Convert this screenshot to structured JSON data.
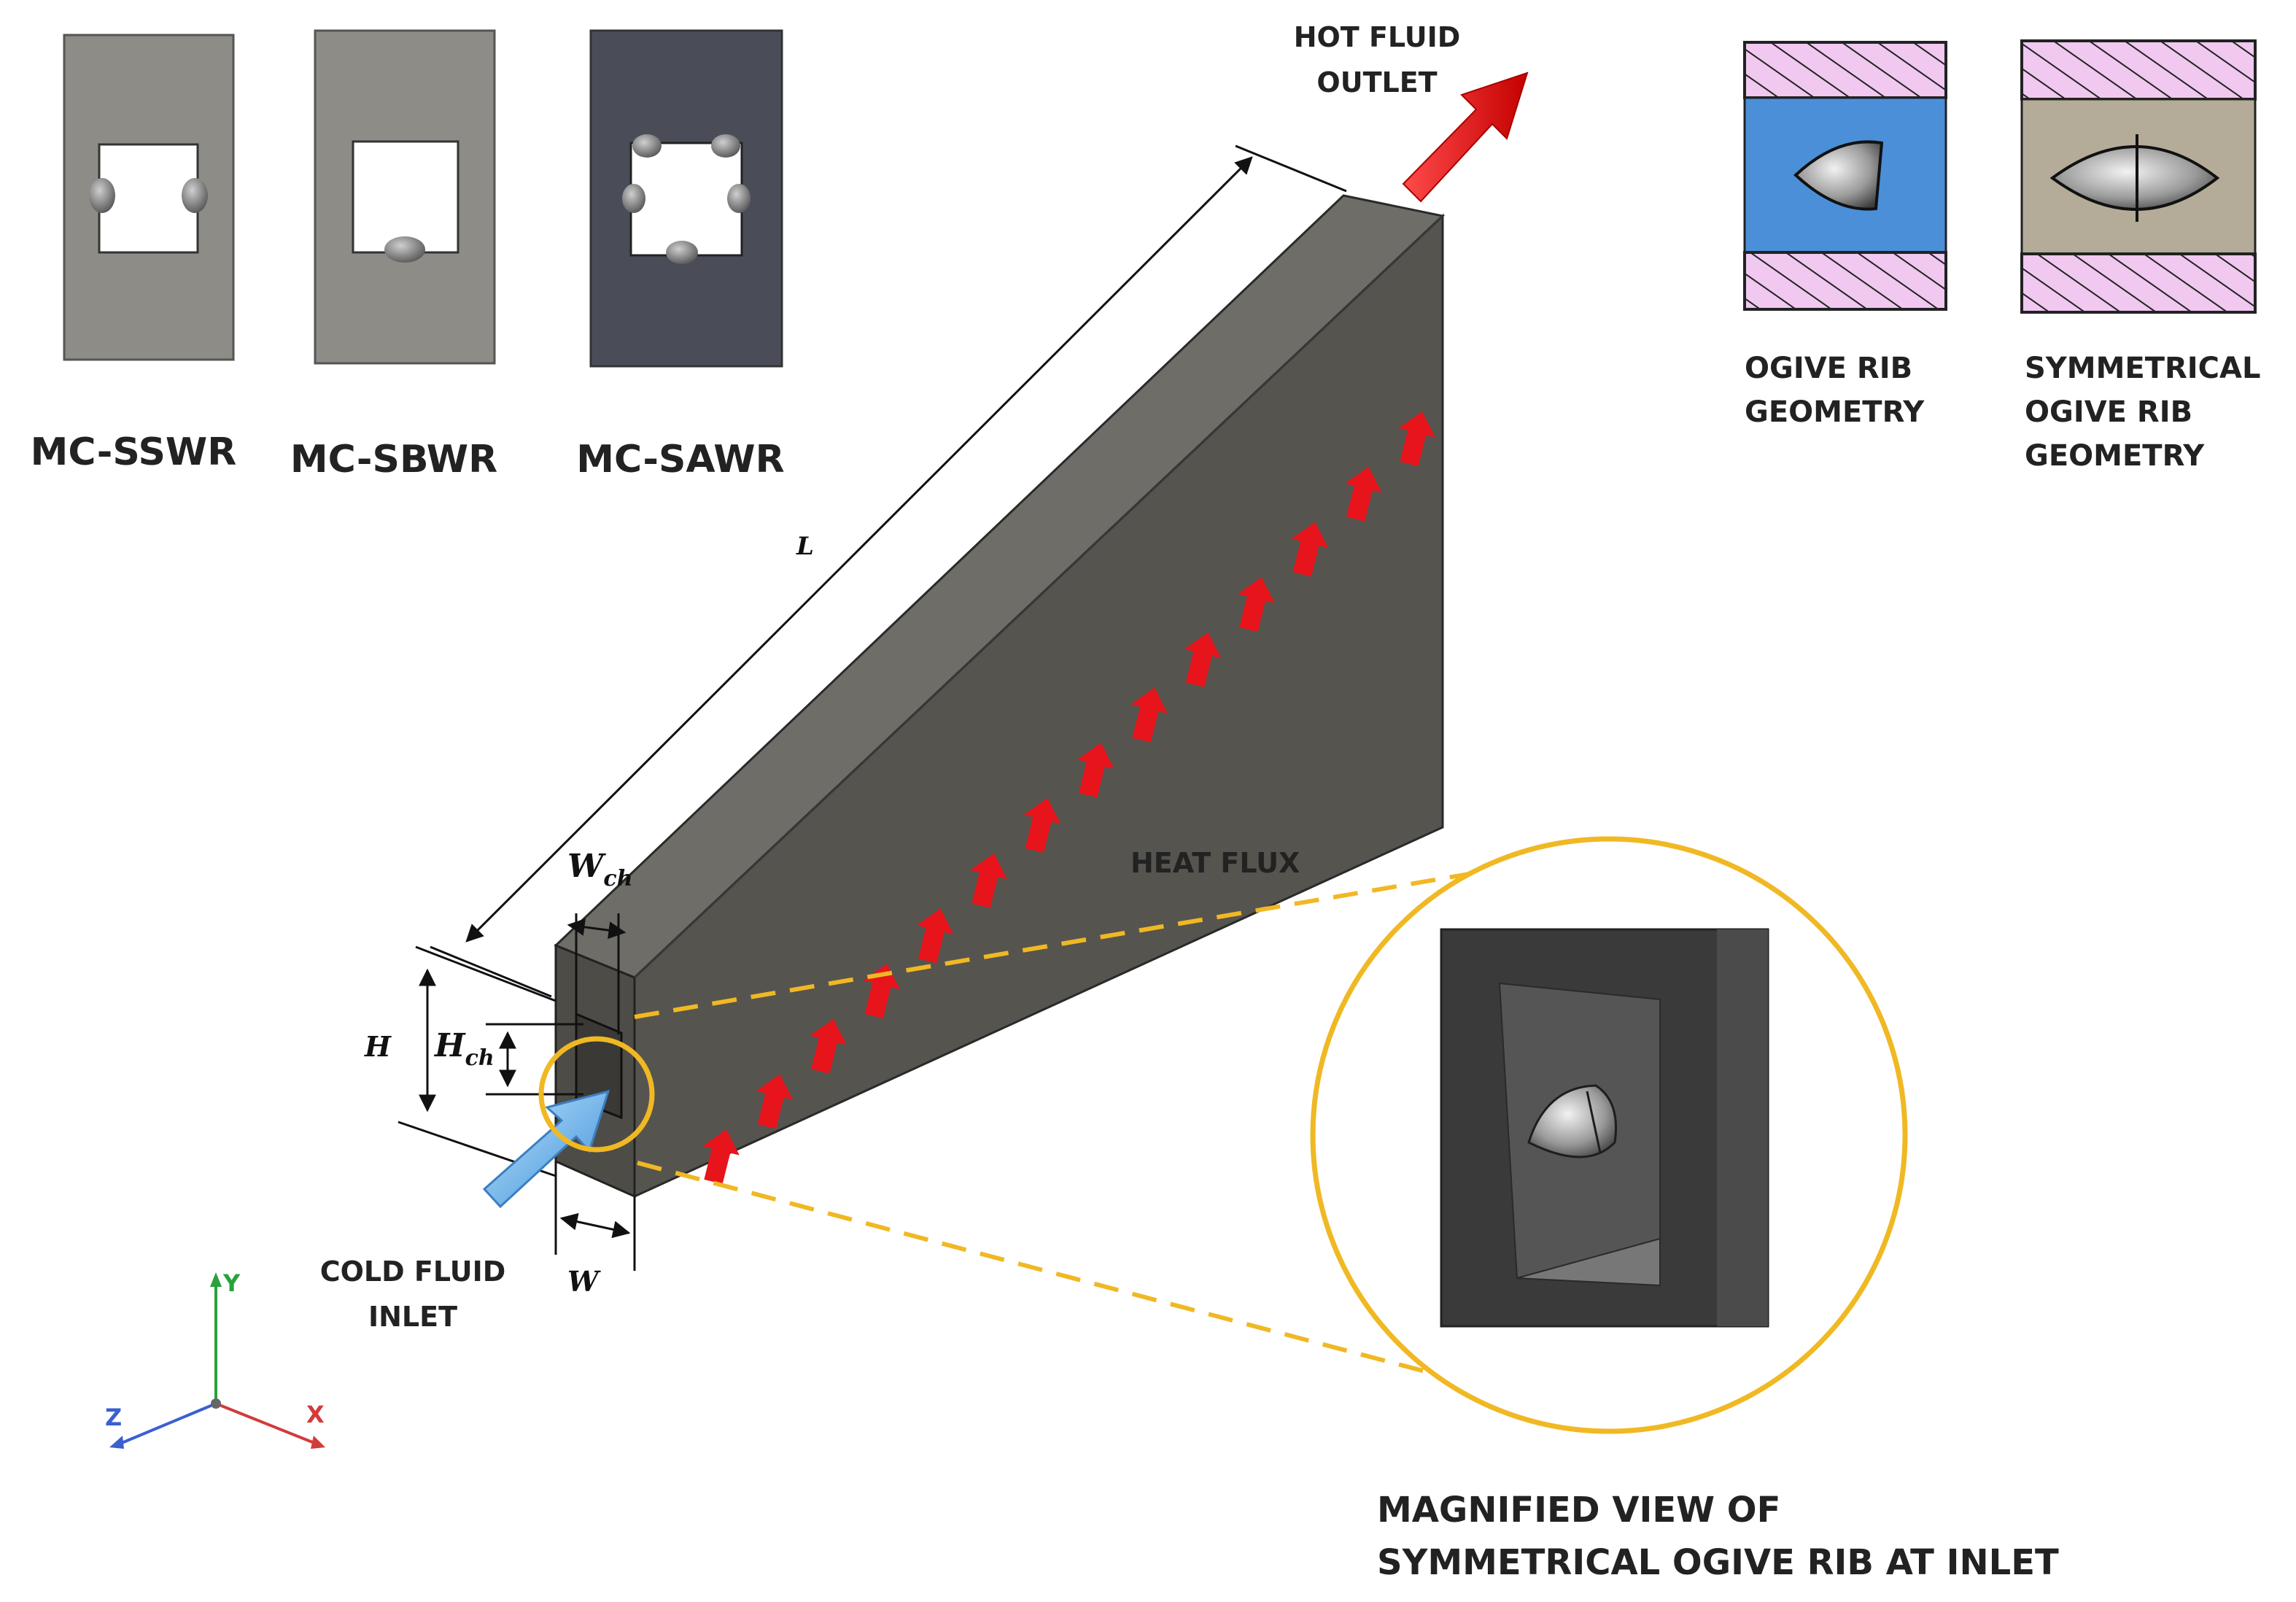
{
  "variants": [
    {
      "label": "MC-SSWR"
    },
    {
      "label": "MC-SBWR"
    },
    {
      "label": "MC-SAWR"
    }
  ],
  "rib_geometries": {
    "ogive": {
      "line1": "OGIVE RIB",
      "line2": "GEOMETRY"
    },
    "symmetrical": {
      "line1": "SYMMETRICAL",
      "line2": "OGIVE RIB",
      "line3": "GEOMETRY"
    }
  },
  "flow": {
    "outlet_line1": "HOT FLUID",
    "outlet_line2": "OUTLET",
    "inlet_line1": "COLD FLUID",
    "inlet_line2": "INLET",
    "heat_flux": "HEAT FLUX"
  },
  "dimensions": {
    "length": "L",
    "height": "H",
    "width": "W",
    "channel_width_base": "W",
    "channel_width_sub": "ch",
    "channel_height_base": "H",
    "channel_height_sub": "ch"
  },
  "axes": {
    "x": "X",
    "y": "Y",
    "z": "Z"
  },
  "magnified_caption": {
    "line1": "MAGNIFIED VIEW OF",
    "line2": "SYMMETRICAL OGIVE RIB AT INLET"
  },
  "colors": {
    "block_top": "#6f6d67",
    "block_side": "#57554f",
    "block_end": "#4e4c47",
    "arrow_red": "#e8141c",
    "arrow_blue": "#5fb0e8",
    "highlight_ring": "#f0b823",
    "wall_hatch": "#f0c8f0",
    "ogive_fluid": "#4a8fd8"
  }
}
